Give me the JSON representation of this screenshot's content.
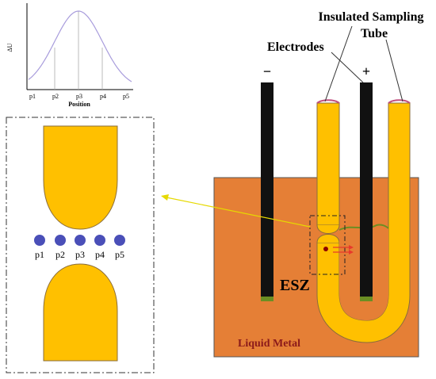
{
  "title": "Insulated Sampling Tube",
  "labels": {
    "electrodes": "Electrodes",
    "tube_line1": "Insulated Sampling",
    "tube_line2": "Tube",
    "minus": "−",
    "plus": "+",
    "esz": "ESZ",
    "liquid_metal": "Liquid Metal"
  },
  "colors": {
    "liquid_metal": "#E57F36",
    "tube": "#FFC000",
    "electrode": "#111111",
    "point": "#4A4FB8",
    "curve": "#A89CDC",
    "arrow_yellow": "#E6D900",
    "arrow_red": "#E8392B"
  },
  "zoom_points": [
    "p1",
    "p2",
    "p3",
    "p4",
    "p5"
  ],
  "chart_data": {
    "type": "line",
    "xlabel": "Position",
    "ylabel": "ΔU",
    "categories": [
      "p1",
      "p2",
      "p3",
      "p4",
      "p5"
    ],
    "description_shape": "bell",
    "series": [
      {
        "values": [
          0.05,
          0.6,
          1.0,
          0.6,
          0.05
        ]
      }
    ]
  }
}
